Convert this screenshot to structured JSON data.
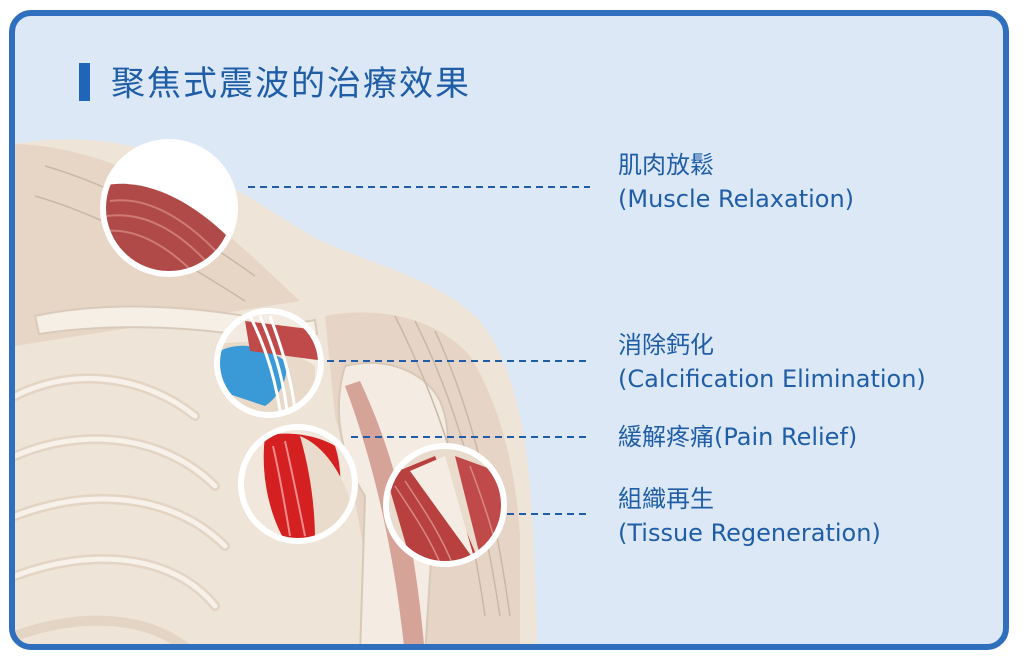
{
  "title": "聚焦式震波的治療效果",
  "effects": [
    {
      "zh": "肌肉放鬆",
      "en": "(Muscle Relaxation)"
    },
    {
      "zh": "消除鈣化",
      "en": "(Calcification Elimination)"
    },
    {
      "zh": "緩解疼痛",
      "en": "(Pain Relief)"
    },
    {
      "zh": "組織再生",
      "en": "(Tissue Regeneration)"
    }
  ],
  "colors": {
    "frame": "#2f6fbe",
    "background": "#dce8f6",
    "text": "#1f5ea6",
    "muscle": "#c04a4a",
    "calcification": "#3a9ad8",
    "inflammation": "#d42020",
    "bone": "#f1e9df"
  }
}
